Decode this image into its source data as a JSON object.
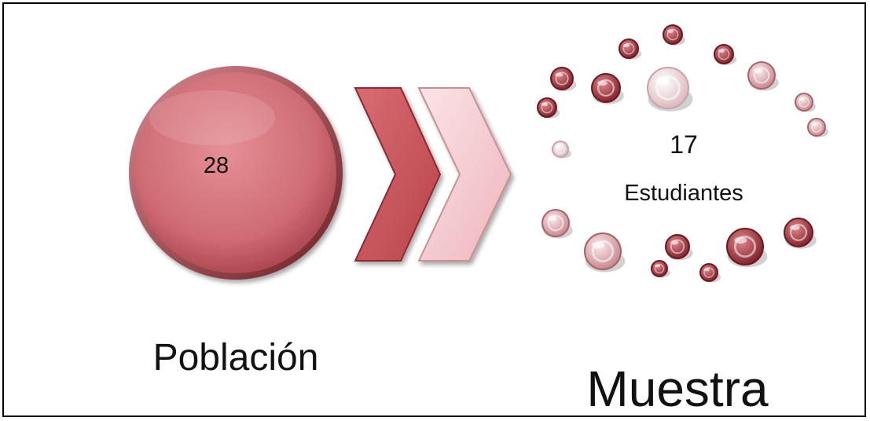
{
  "population": {
    "value": "28",
    "title": "Población"
  },
  "sample": {
    "value": "17",
    "unit": "Estudiantes",
    "title": "Muestra"
  },
  "colors": {
    "big_circle": "#c9626a",
    "chevron_dark": "#d05a62",
    "chevron_light": "#f6d3d8",
    "bubble_red": "#a8323a",
    "bubble_pink": "#e7b8bd",
    "bubble_white": "#f6eaec"
  },
  "icons": [
    "population-circle",
    "chevron-right-icon",
    "sample-bubble"
  ]
}
